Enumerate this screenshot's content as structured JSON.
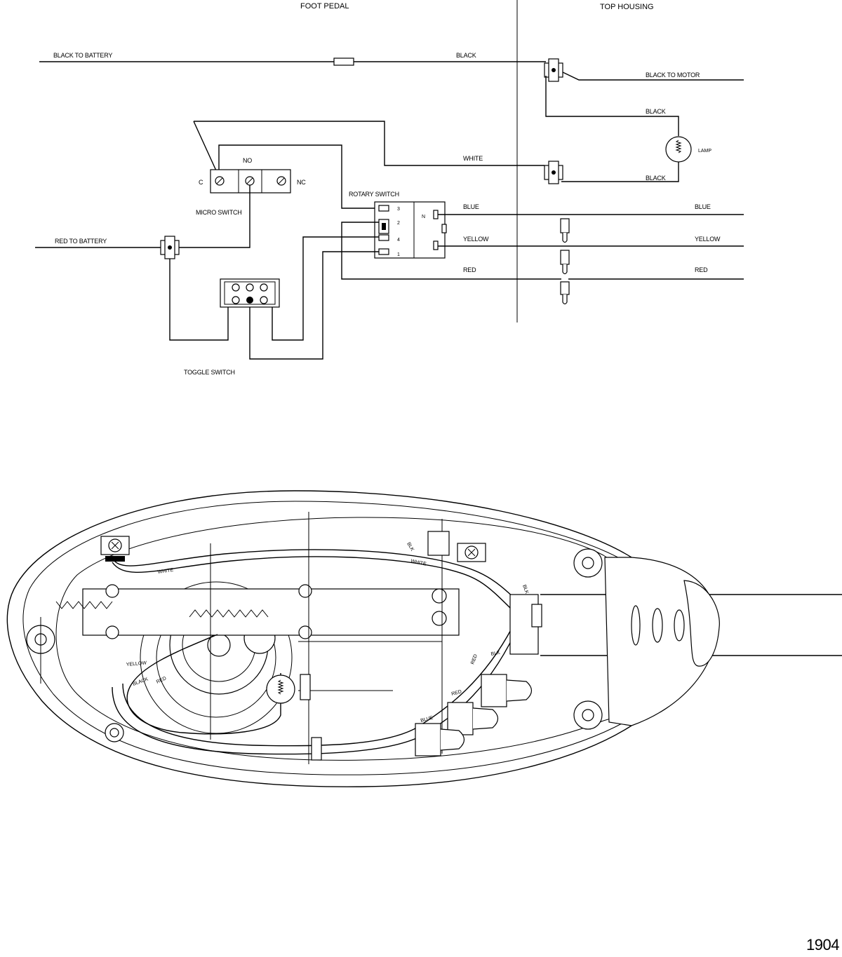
{
  "sections": {
    "foot_pedal": "FOOT PEDAL",
    "top_housing": "TOP HOUSING"
  },
  "wire_labels": {
    "black_to_battery": "BLACK TO BATTERY",
    "black_top": "BLACK",
    "black_to_motor": "BLACK TO MOTOR",
    "black_lamp_upper": "BLACK",
    "lamp": "LAMP",
    "white": "WHITE",
    "black_lamp_lower": "BLACK",
    "blue_left": "BLUE",
    "blue_right": "BLUE",
    "yellow_left": "YELLOW",
    "yellow_right": "YELLOW",
    "red_left": "RED",
    "red_right": "RED",
    "red_to_battery": "RED TO BATTERY"
  },
  "components": {
    "micro_switch": "MICRO SWITCH",
    "rotary_switch": "ROTARY SWITCH",
    "toggle_switch": "TOGGLE SWITCH",
    "micro_c": "C",
    "micro_no": "NO",
    "micro_nc": "NC",
    "rotary_n": "N",
    "pin_1": "1",
    "pin_2": "2",
    "pin_3": "3",
    "pin_4": "4"
  },
  "housing_labels": {
    "white_1": "WHITE",
    "white_2": "WHITE",
    "black": "BLACK",
    "red_1": "RED",
    "red_2": "RED",
    "red_3": "RED",
    "yellow": "YELLOW",
    "blue": "BLUE",
    "blk_1": "BLK",
    "blk_2": "BLK",
    "blk_3": "BLK"
  },
  "figure_number": "1904"
}
